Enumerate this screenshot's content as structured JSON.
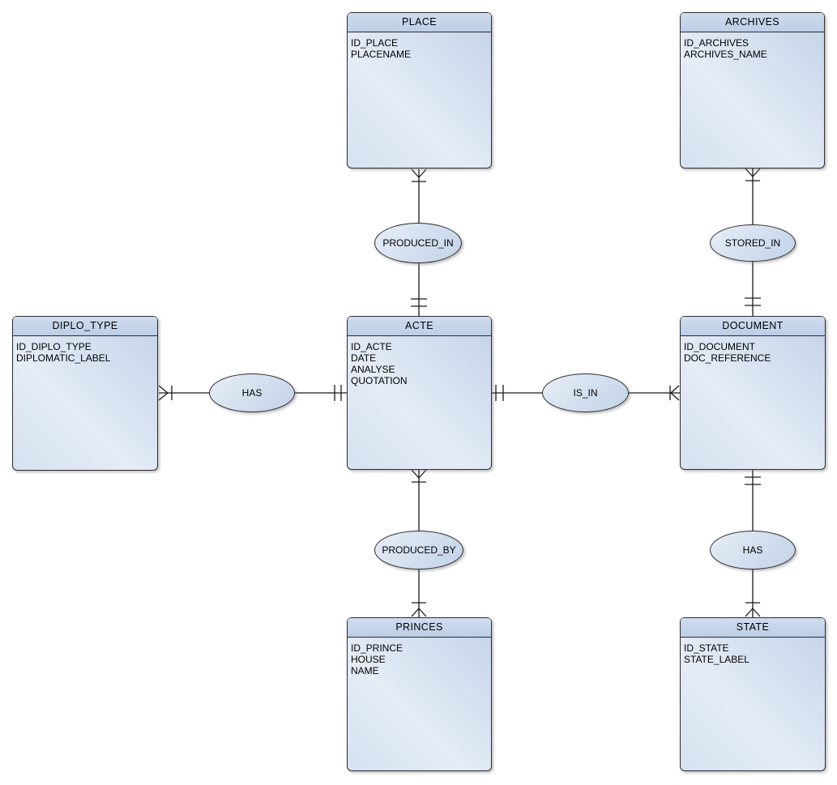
{
  "diagram": {
    "type": "entity-relationship",
    "background": "#ffffff",
    "palette": {
      "entity_header_top": "#d0dcee",
      "entity_header_bottom": "#bccee6",
      "entity_body_light": "#e4ecf6",
      "entity_body_dark": "#c3d2e8",
      "border": "#2d2d2d",
      "line": "#1a1a1a",
      "text": "#000000"
    }
  },
  "entities": [
    {
      "name": "PLACE",
      "attributes": [
        "ID_PLACE",
        "PLACENAME"
      ]
    },
    {
      "name": "ARCHIVES",
      "attributes": [
        "ID_ARCHIVES",
        "ARCHIVES_NAME"
      ]
    },
    {
      "name": "DIPLO_TYPE",
      "attributes": [
        "ID_DIPLO_TYPE",
        "DIPLOMATIC_LABEL"
      ]
    },
    {
      "name": "ACTE",
      "attributes": [
        "ID_ACTE",
        "DATE",
        "ANALYSE",
        "QUOTATION"
      ]
    },
    {
      "name": "DOCUMENT",
      "attributes": [
        "ID_DOCUMENT",
        "DOC_REFERENCE"
      ]
    },
    {
      "name": "PRINCES",
      "attributes": [
        "ID_PRINCE",
        "HOUSE",
        "NAME"
      ]
    },
    {
      "name": "STATE",
      "attributes": [
        "ID_STATE",
        "STATE_LABEL"
      ]
    }
  ],
  "relationships": [
    {
      "label": "PRODUCED_IN",
      "between": [
        "PLACE",
        "ACTE"
      ],
      "end_markers": {
        "PLACE": "crow-foot-with-bar",
        "ACTE": "double-bar"
      }
    },
    {
      "label": "STORED_IN",
      "between": [
        "ARCHIVES",
        "DOCUMENT"
      ],
      "end_markers": {
        "ARCHIVES": "crow-foot-with-bar",
        "DOCUMENT": "double-bar"
      }
    },
    {
      "label": "HAS",
      "between": [
        "DIPLO_TYPE",
        "ACTE"
      ],
      "end_markers": {
        "DIPLO_TYPE": "crow-foot-with-bar",
        "ACTE": "double-bar"
      }
    },
    {
      "label": "IS_IN",
      "between": [
        "ACTE",
        "DOCUMENT"
      ],
      "end_markers": {
        "ACTE": "double-bar",
        "DOCUMENT": "bar-with-crow-foot"
      }
    },
    {
      "label": "PRODUCED_BY",
      "between": [
        "ACTE",
        "PRINCES"
      ],
      "end_markers": {
        "ACTE": "crow-foot-with-bar",
        "PRINCES": "bar-with-crow-foot"
      }
    },
    {
      "label": "HAS",
      "between": [
        "DOCUMENT",
        "STATE"
      ],
      "end_markers": {
        "DOCUMENT": "double-bar",
        "STATE": "bar-with-crow-foot"
      }
    }
  ]
}
